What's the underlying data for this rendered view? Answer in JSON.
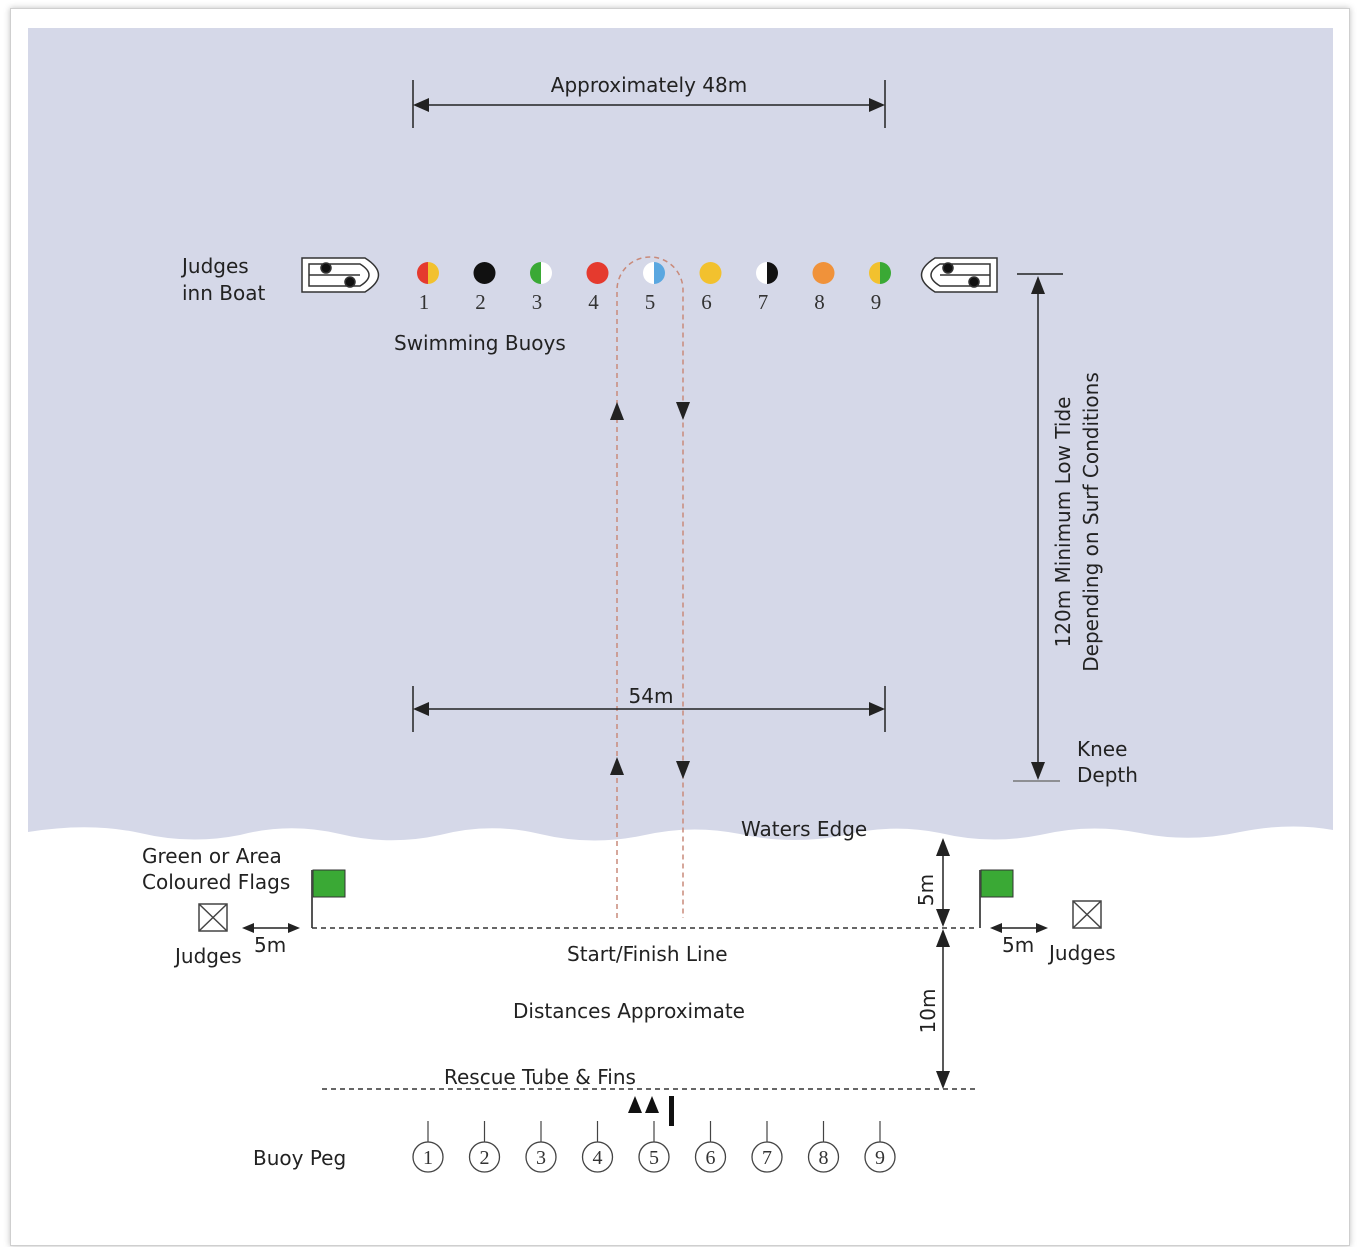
{
  "labels": {
    "judges_boat": [
      "Judges",
      "inn Boat"
    ],
    "approx_width": "Approximately 48m",
    "swimming_buoys": "Swimming Buoys",
    "inner_width": "54m",
    "depth": [
      "120m Minimum Low Tide",
      "Depending on Surf Conditions"
    ],
    "knee_depth": [
      "Knee",
      "Depth"
    ],
    "waters_edge": "Waters Edge",
    "flags": [
      "Green or Area",
      "Coloured Flags"
    ],
    "judges_left": "Judges",
    "judges_right": "Judges",
    "five_m_left": "5m",
    "five_m_right": "5m",
    "five_m_vertical": "5m",
    "ten_m_vertical": "10m",
    "start_finish": "Start/Finish Line",
    "distances": "Distances Approximate",
    "rescue": "Rescue Tube & Fins",
    "buoy_peg": "Buoy Peg"
  },
  "buoys": [
    {
      "number": "1",
      "colors": [
        "#e53a2e",
        "#f2c12e"
      ]
    },
    {
      "number": "2",
      "colors": [
        "#111111",
        "#111111"
      ]
    },
    {
      "number": "3",
      "colors": [
        "#3aa935",
        "#ffffff"
      ]
    },
    {
      "number": "4",
      "colors": [
        "#e53a2e",
        "#e53a2e"
      ]
    },
    {
      "number": "5",
      "colors": [
        "#ffffff",
        "#5aa7e0"
      ]
    },
    {
      "number": "6",
      "colors": [
        "#f2c12e",
        "#f2c12e"
      ]
    },
    {
      "number": "7",
      "colors": [
        "#ffffff",
        "#111111"
      ]
    },
    {
      "number": "8",
      "colors": [
        "#f0923a",
        "#f0923a"
      ]
    },
    {
      "number": "9",
      "colors": [
        "#f2c12e",
        "#3aa935"
      ]
    }
  ],
  "pegs": [
    "1",
    "2",
    "3",
    "4",
    "5",
    "6",
    "7",
    "8",
    "9"
  ],
  "colors": {
    "water": "#d5d8e8",
    "flag": "#3aa935",
    "route": "#c98a7a"
  }
}
